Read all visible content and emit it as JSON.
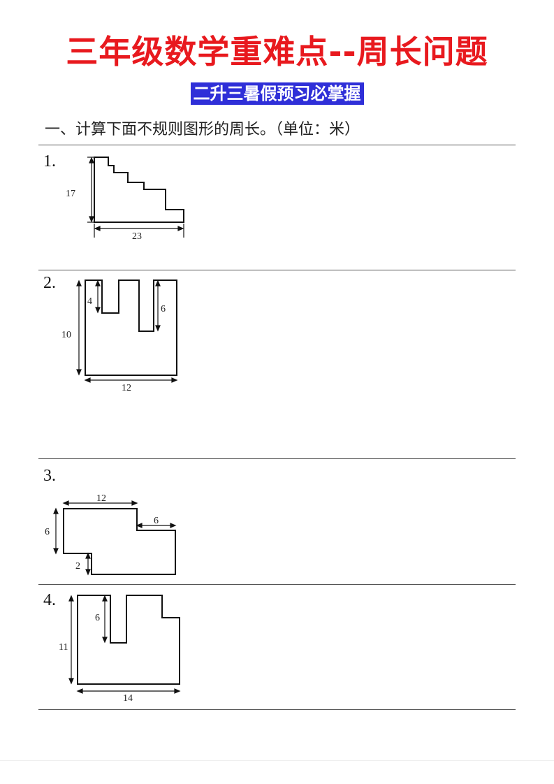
{
  "title": "三年级数学重难点--周长问题",
  "subtitle": "二升三暑假预习必掌握",
  "section_heading": "一、计算下面不规则图形的周长。（单位：米）",
  "questions": [
    {
      "number": "1.",
      "labels": {
        "height": "17",
        "width": "23"
      }
    },
    {
      "number": "2.",
      "labels": {
        "notch_left": "4",
        "notch_right": "6",
        "height": "10",
        "width": "12"
      }
    },
    {
      "number": "3.",
      "labels": {
        "top": "12",
        "step": "6",
        "height": "6",
        "small": "2"
      }
    },
    {
      "number": "4.",
      "labels": {
        "notch": "6",
        "height": "11",
        "width": "14"
      }
    }
  ]
}
